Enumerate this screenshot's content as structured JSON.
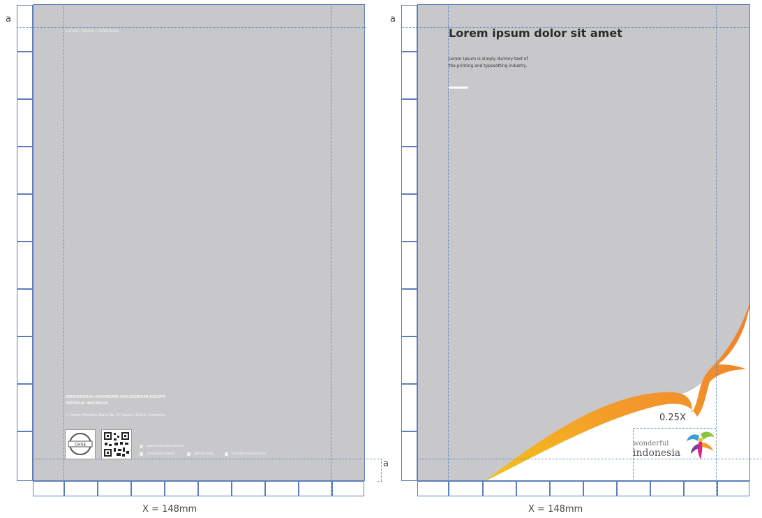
{
  "guide_label": "a",
  "width_label": "X = 148mm",
  "logo_size_label": "0.25X",
  "back_page": {
    "header_text": "Lorem, Ipsum - Indonesia",
    "org_line_1": "KEMENTERIAN PARIWISATA DAN EKONOMI KREATIF",
    "org_line_2": "REPUBLIK INDONESIA",
    "address": "Jl. Medan Merdeka Barat No. 17 Jakarta 10110, Indonesia",
    "website": "www.indonesia.travel",
    "social": [
      "indonesia.travel",
      "@indtravel",
      "wonderfulindonesia"
    ],
    "badge_label": "CHSE"
  },
  "front_page": {
    "title": "Lorem ipsum dolor sit amet",
    "body_line_1": "Lorem Ipsum is simply dummy text of",
    "body_line_2": "the printing and typesetting industry.",
    "logo_line_1": "wonderful",
    "logo_line_2": "indonesia"
  },
  "colors": {
    "page_gray": "#c8c8ca",
    "guide_blue": "#4f86c6",
    "accent_orange": "#f08a2a",
    "accent_yellow": "#f5c21a"
  }
}
